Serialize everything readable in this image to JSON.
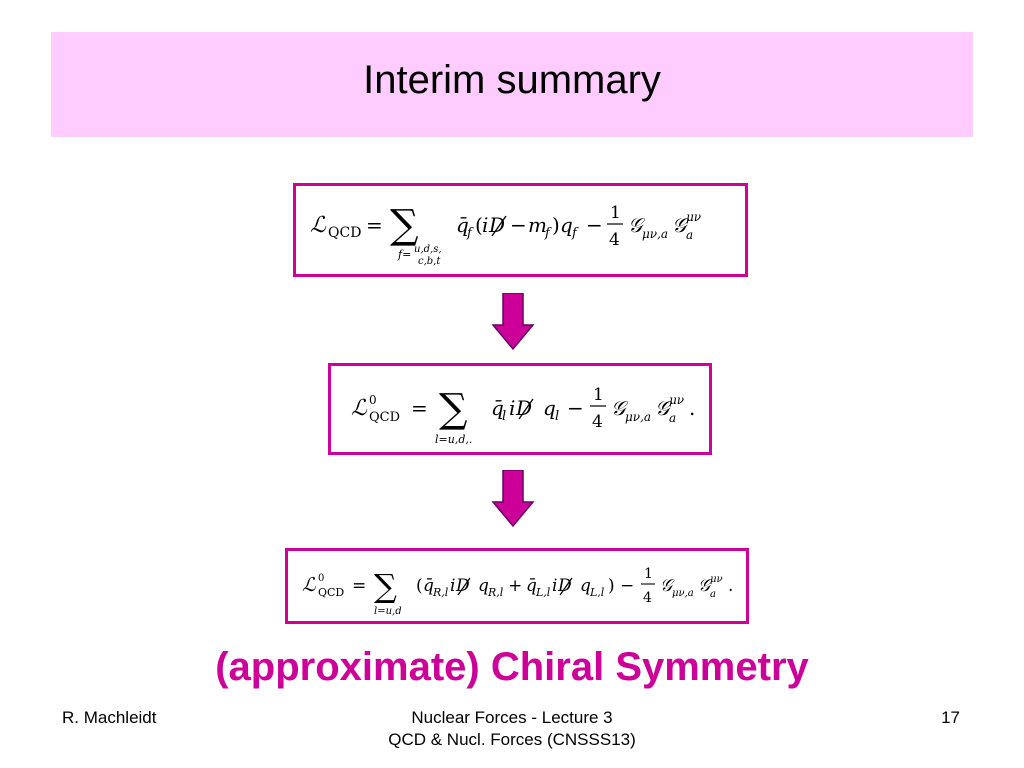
{
  "slide": {
    "title": "Interim summary",
    "subtitle": "(approximate) Chiral Symmetry"
  },
  "equations": {
    "eq1": {
      "lhs": "L_QCD",
      "sum_index": "f=",
      "sum_range_line1": "u,d,s,",
      "sum_range_line2": "c,b,t",
      "body": "q̄_f(iD̸ − m_f)q_f − (1/4) G_{μν,a} G_a^{μν}"
    },
    "eq2": {
      "lhs": "L^0_QCD",
      "sum_index": "l=u,d,.",
      "body": "q̄_l iD̸ q_l − (1/4) G_{μν,a} G_a^{μν}."
    },
    "eq3": {
      "lhs": "L^0_QCD",
      "sum_index": "l=u,d",
      "body": "(q̄_{R,l} iD̸ q_{R,l} + q̄_{L,l} iD̸ q_{L,l}) − (1/4) G_{μν,a} G_a^{μν}."
    }
  },
  "footer": {
    "left": "R. Machleidt",
    "center_line1": "Nuclear Forces - Lecture 3",
    "center_line2": "QCD & Nucl. Forces (CNSSS13)",
    "page_number": "17"
  },
  "colors": {
    "title_bg": "#ffccff",
    "accent": "#cc0099",
    "arrow": "#cc0099"
  }
}
